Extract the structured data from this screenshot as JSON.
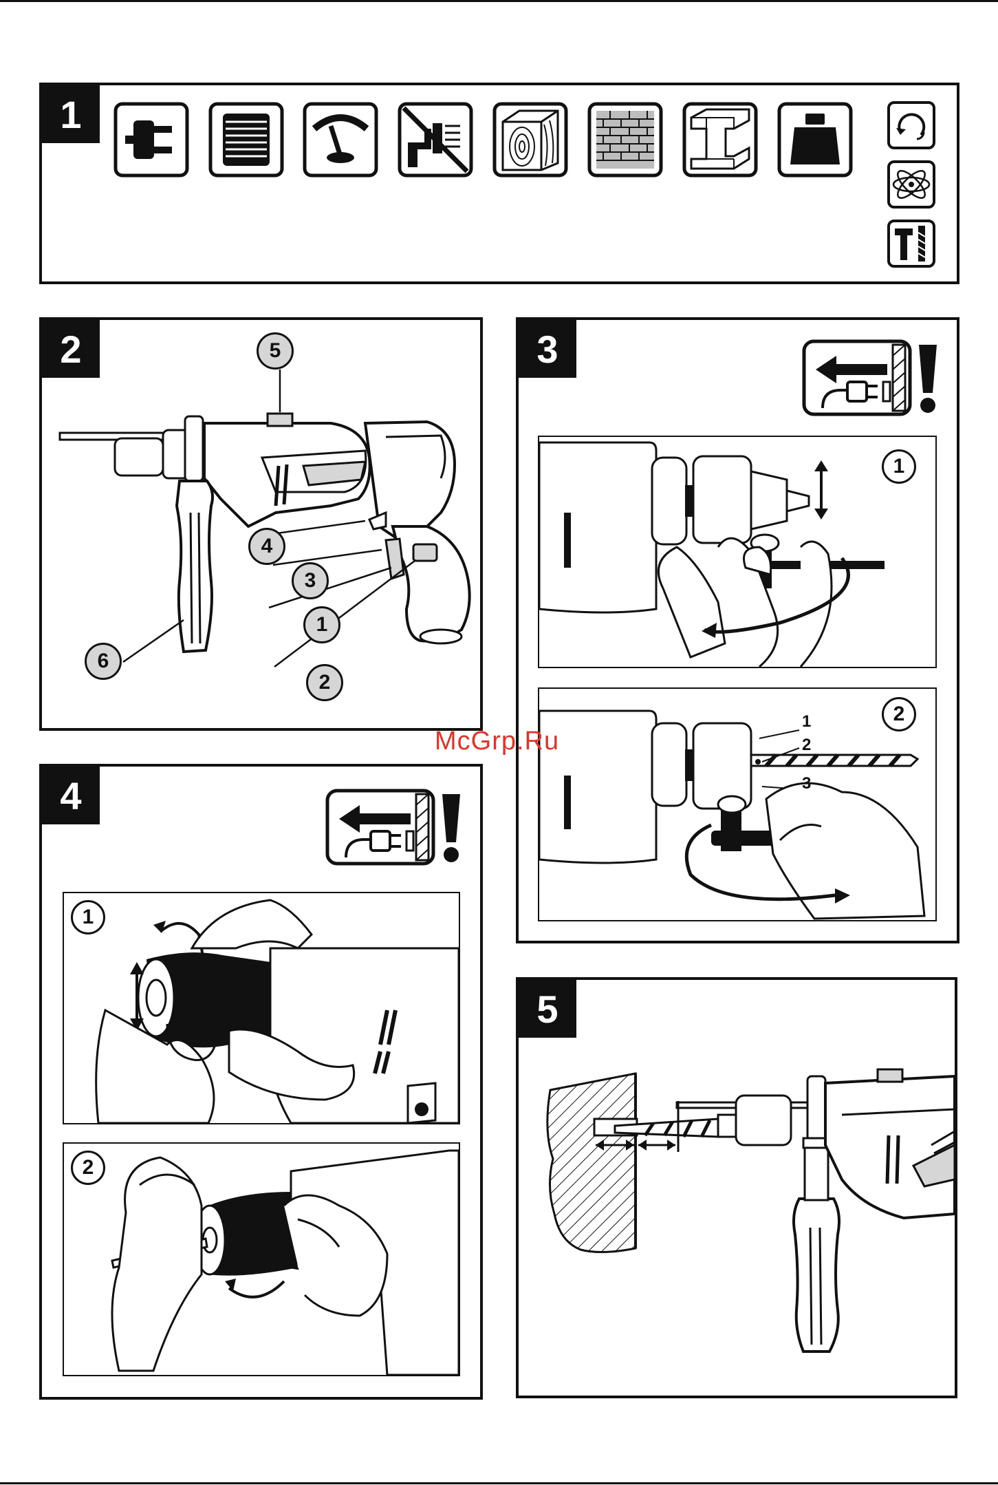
{
  "panels": [
    {
      "id": "1",
      "label": "1"
    },
    {
      "id": "2",
      "label": "2"
    },
    {
      "id": "3",
      "label": "3"
    },
    {
      "id": "4",
      "label": "4"
    },
    {
      "id": "5",
      "label": "5"
    }
  ],
  "panel1": {
    "icons": [
      "plug-icon",
      "motor-icon",
      "speed-gauge-icon",
      "no-impact-icon",
      "wood-icon",
      "brick-icon",
      "steel-icon",
      "weight-icon"
    ],
    "side_icons": [
      "rotation-icon",
      "vibration-icon",
      "tool-icon"
    ]
  },
  "panel2": {
    "callouts": [
      "5",
      "4",
      "3",
      "1",
      "6",
      "2"
    ]
  },
  "panel3": {
    "steps": [
      "1",
      "2"
    ],
    "chuck_labels": [
      "1",
      "2",
      "3"
    ]
  },
  "panel4": {
    "steps": [
      "1",
      "2"
    ]
  },
  "watermark": "McGrp.Ru"
}
